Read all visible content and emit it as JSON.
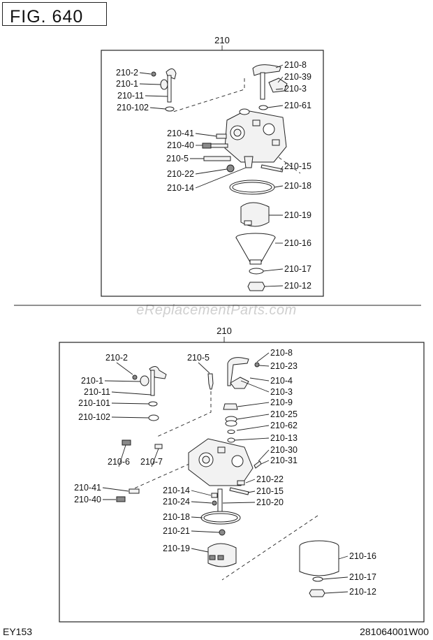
{
  "header": {
    "figure_label": "FIG. 640"
  },
  "watermark": "eReplacementParts.com",
  "footer": {
    "model": "EY153",
    "code": "281064001W00"
  },
  "upper": {
    "assembly_number": "210",
    "labels": [
      "210-2",
      "210-1",
      "210-11",
      "210-102",
      "210-41",
      "210-40",
      "210-5",
      "210-22",
      "210-14",
      "210-8",
      "210-39",
      "210-3",
      "210-61",
      "210-15",
      "210-18",
      "210-19",
      "210-16",
      "210-17",
      "210-12"
    ]
  },
  "lower": {
    "assembly_number": "210",
    "labels": [
      "210-2",
      "210-1",
      "210-11",
      "210-101",
      "210-102",
      "210-5",
      "210-8",
      "210-23",
      "210-4",
      "210-3",
      "210-9",
      "210-25",
      "210-62",
      "210-13",
      "210-30",
      "210-31",
      "210-6",
      "210-7",
      "210-22",
      "210-15",
      "210-41",
      "210-40",
      "210-14",
      "210-24",
      "210-20",
      "210-18",
      "210-21",
      "210-19",
      "210-16",
      "210-17",
      "210-12"
    ]
  }
}
